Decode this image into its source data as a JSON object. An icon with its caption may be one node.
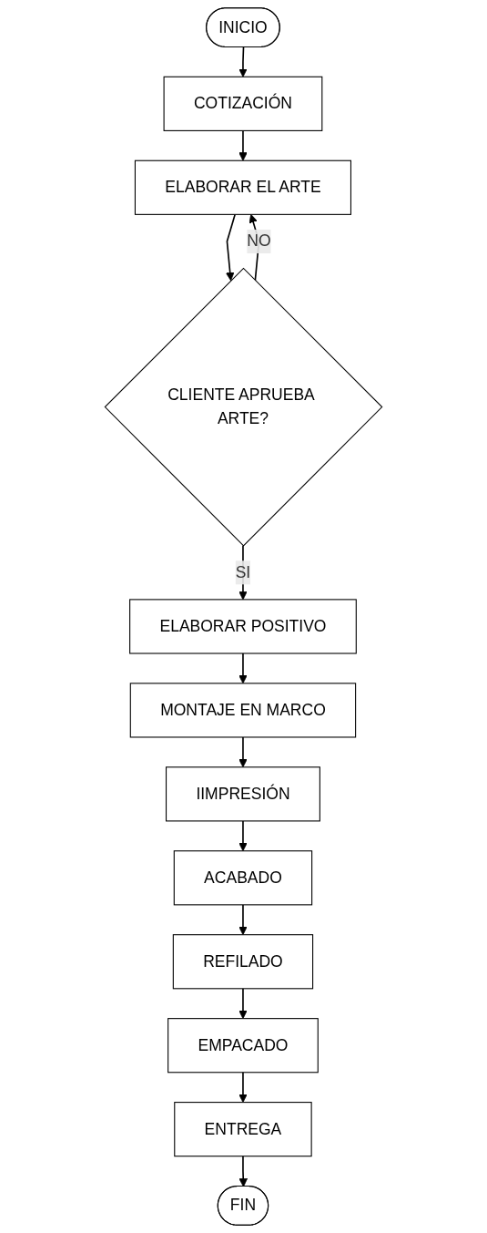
{
  "diagram": {
    "nodes": [
      {
        "text": [
          "INICIO"
        ]
      },
      {
        "text": [
          "COTIZACIÓN"
        ]
      },
      {
        "text": [
          "ELABORAR EL ARTE"
        ]
      },
      {
        "text": [
          "CLIENTE APRUEBA ARTE?"
        ]
      },
      {
        "text": [
          "ELABORAR POSITIVO"
        ]
      },
      {
        "text": [
          "MONTAJE EN MARCO"
        ]
      },
      {
        "text": [
          "IIMPRESIÓN"
        ]
      },
      {
        "text": [
          "ACABADO"
        ]
      },
      {
        "text": [
          "REFILADO"
        ]
      },
      {
        "text": [
          "EMPACADO"
        ]
      },
      {
        "text": [
          "ENTREGA"
        ]
      },
      {
        "text": [
          "FIN"
        ]
      }
    ],
    "edges": [
      {
        "from": 0,
        "to": 1,
        "arrow": "to"
      },
      {
        "from": 1,
        "to": 2,
        "arrow": "to"
      },
      {
        "from": 2,
        "to": 3,
        "arrow": "to"
      },
      {
        "from": 3,
        "to": 2,
        "arrow": "to",
        "label": "NO"
      },
      {
        "from": 3,
        "to": 4,
        "arrow": "to",
        "label": "SI"
      },
      {
        "from": 4,
        "to": 5,
        "arrow": "to"
      },
      {
        "from": 5,
        "to": 6,
        "arrow": "to"
      },
      {
        "from": 6,
        "to": 7,
        "arrow": "to"
      },
      {
        "from": 7,
        "to": 8,
        "arrow": "to"
      },
      {
        "from": 8,
        "to": 9,
        "arrow": "to"
      },
      {
        "from": 9,
        "to": 10,
        "arrow": "to"
      },
      {
        "from": 10,
        "to": 11,
        "arrow": "to"
      }
    ]
  }
}
